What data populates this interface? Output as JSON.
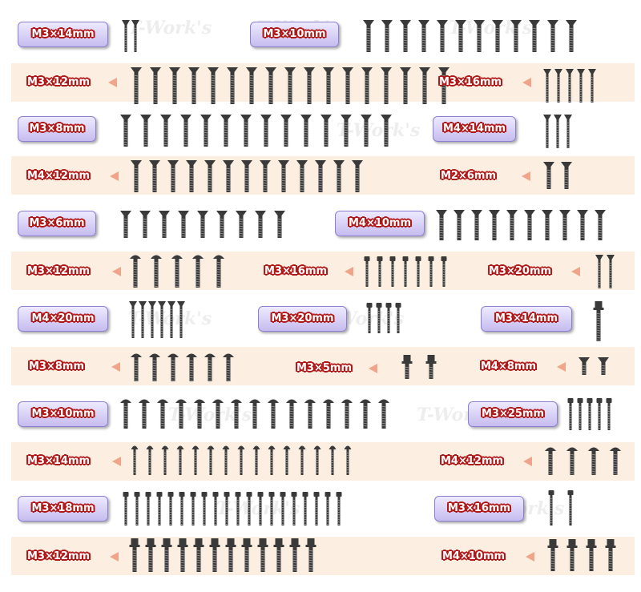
{
  "watermark": "T-Work's",
  "colors": {
    "band": "#fcefe1",
    "label_outline": "#b01818",
    "badge_fill": "#d9d2f6",
    "arrow": "#f0a58a",
    "screw": "#3a3a3a"
  },
  "rows": [
    {
      "groups": [
        {
          "label": "M3×14mm",
          "style": "badge",
          "count": 2,
          "screw": "flat-head-thin"
        },
        {
          "label": "M3×10mm",
          "style": "badge",
          "count": 12,
          "screw": "flat-head"
        }
      ]
    },
    {
      "groups": [
        {
          "label": "M3×12mm",
          "style": "band",
          "count": 17,
          "screw": "flat-head"
        },
        {
          "label": "M3×16mm",
          "style": "band",
          "count": 5,
          "screw": "flat-head-thin"
        }
      ]
    },
    {
      "groups": [
        {
          "label": "M3×8mm",
          "style": "badge",
          "count": 14,
          "screw": "flat-head"
        },
        {
          "label": "M4×14mm",
          "style": "badge",
          "count": 3,
          "screw": "flat-head-thin"
        }
      ]
    },
    {
      "groups": [
        {
          "label": "M4×12mm",
          "style": "band",
          "count": 13,
          "screw": "flat-head"
        },
        {
          "label": "M2×6mm",
          "style": "band",
          "count": 2,
          "screw": "flat-head-small"
        }
      ]
    },
    {
      "groups": [
        {
          "label": "M3×6mm",
          "style": "badge",
          "count": 9,
          "screw": "flat-head-short"
        },
        {
          "label": "M4×10mm",
          "style": "badge",
          "count": 10,
          "screw": "flat-head"
        }
      ]
    },
    {
      "groups": [
        {
          "label": "M3×12mm",
          "style": "band",
          "count": 5,
          "screw": "button-head"
        },
        {
          "label": "M3×16mm",
          "style": "band",
          "count": 7,
          "screw": "cap-head-thin"
        },
        {
          "label": "M3×20mm",
          "style": "band",
          "count": 2,
          "screw": "flat-head-thin"
        }
      ]
    },
    {
      "groups": [
        {
          "label": "M4×20mm",
          "style": "badge",
          "count": 6,
          "screw": "flat-head-thin"
        },
        {
          "label": "M3×20mm",
          "style": "badge",
          "count": 4,
          "screw": "cap-head-thin"
        },
        {
          "label": "M3×14mm",
          "style": "badge",
          "count": 1,
          "screw": "flange-head"
        }
      ]
    },
    {
      "groups": [
        {
          "label": "M3×8mm",
          "style": "band",
          "count": 6,
          "screw": "button-head"
        },
        {
          "label": "M3×5mm",
          "style": "band",
          "count": 2,
          "screw": "flange-head-short"
        },
        {
          "label": "M4×8mm",
          "style": "band",
          "count": 2,
          "screw": "flat-head-short"
        }
      ]
    },
    {
      "groups": [
        {
          "label": "M3×10mm",
          "style": "badge",
          "count": 15,
          "screw": "button-head"
        },
        {
          "label": "M3×25mm",
          "style": "badge",
          "count": 5,
          "screw": "cap-head-thin"
        }
      ]
    },
    {
      "groups": [
        {
          "label": "M3×14mm",
          "style": "band",
          "count": 15,
          "screw": "button-head-thin"
        },
        {
          "label": "M4×12mm",
          "style": "band",
          "count": 4,
          "screw": "button-head"
        }
      ]
    },
    {
      "groups": [
        {
          "label": "M3×18mm",
          "style": "badge",
          "count": 20,
          "screw": "cap-head-thin"
        },
        {
          "label": "M3×16mm",
          "style": "badge",
          "count": 2,
          "screw": "cap-head-thin"
        }
      ]
    },
    {
      "groups": [
        {
          "label": "M3×12mm",
          "style": "band",
          "count": 12,
          "screw": "flange-head"
        },
        {
          "label": "M4×10mm",
          "style": "band",
          "count": 4,
          "screw": "flange-head"
        }
      ]
    }
  ]
}
